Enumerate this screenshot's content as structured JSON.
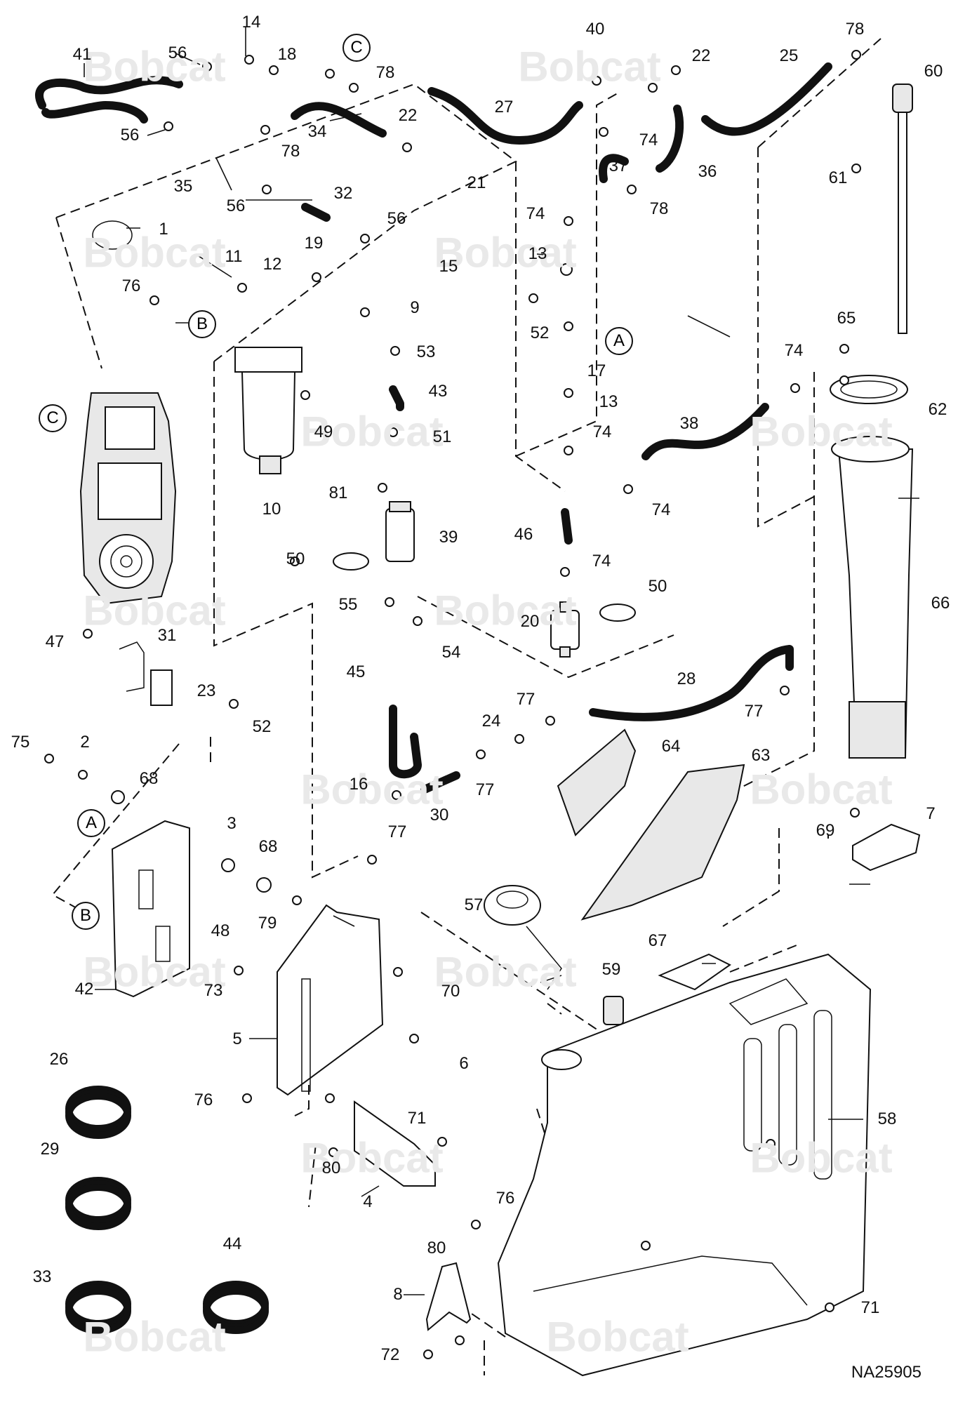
{
  "watermark": "Bobcat",
  "diagram_code": "NA25905",
  "callout_circles": [
    {
      "id": "c1",
      "text": "C"
    },
    {
      "id": "c2",
      "text": "B"
    },
    {
      "id": "c3",
      "text": "A"
    },
    {
      "id": "c4",
      "text": "C"
    },
    {
      "id": "c5",
      "text": "A"
    },
    {
      "id": "c6",
      "text": "B"
    }
  ],
  "part_numbers": [
    "41",
    "56",
    "14",
    "18",
    "78",
    "40",
    "22",
    "78",
    "25",
    "60",
    "56",
    "34",
    "78",
    "22",
    "27",
    "21",
    "74",
    "37",
    "36",
    "78",
    "61",
    "35",
    "56",
    "32",
    "56",
    "15",
    "74",
    "1",
    "11",
    "12",
    "19",
    "13",
    "76",
    "9",
    "52",
    "17",
    "65",
    "53",
    "43",
    "74",
    "62",
    "13",
    "49",
    "51",
    "74",
    "38",
    "10",
    "81",
    "39",
    "46",
    "74",
    "66",
    "50",
    "74",
    "50",
    "55",
    "54",
    "20",
    "47",
    "31",
    "23",
    "45",
    "28",
    "77",
    "77",
    "24",
    "52",
    "75",
    "2",
    "68",
    "64",
    "63",
    "16",
    "30",
    "77",
    "77",
    "3",
    "68",
    "69",
    "7",
    "48",
    "79",
    "57",
    "42",
    "73",
    "70",
    "67",
    "59",
    "5",
    "6",
    "26",
    "76",
    "71",
    "58",
    "29",
    "80",
    "4",
    "76",
    "33",
    "44",
    "80",
    "8",
    "71",
    "72"
  ]
}
